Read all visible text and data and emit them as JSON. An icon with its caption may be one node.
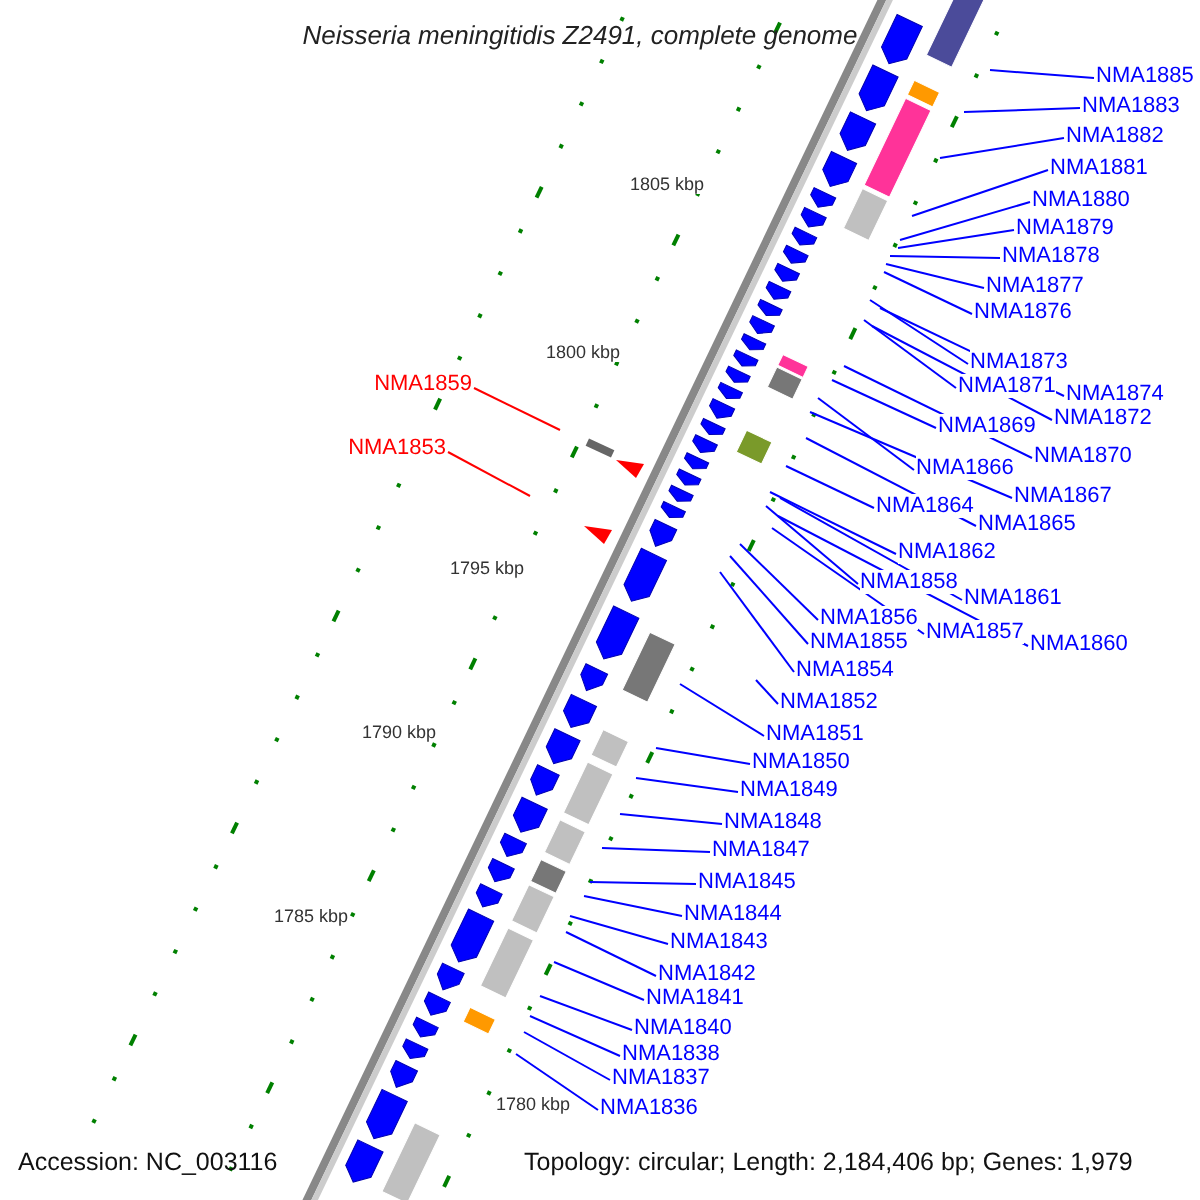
{
  "diagram": {
    "title": "Neisseria meningitidis Z2491, complete genome",
    "nodes": [
      {
        "text": [
          "NMA1885"
        ]
      },
      {
        "text": [
          "NMA1883"
        ]
      },
      {
        "text": [
          "NMA1882"
        ]
      },
      {
        "text": [
          "NMA1881"
        ]
      },
      {
        "text": [
          "NMA1880"
        ]
      },
      {
        "text": [
          "NMA1879"
        ]
      },
      {
        "text": [
          "NMA1878"
        ]
      },
      {
        "text": [
          "NMA1877"
        ]
      },
      {
        "text": [
          "NMA1876"
        ]
      },
      {
        "text": [
          "NMA1873"
        ]
      },
      {
        "text": [
          "NMA1859"
        ]
      },
      {
        "text": [
          "NMA1871"
        ]
      },
      {
        "text": [
          "NMA1874"
        ]
      },
      {
        "text": [
          "NMA1872"
        ]
      },
      {
        "text": [
          "NMA1869"
        ]
      },
      {
        "text": [
          "NMA1853"
        ]
      },
      {
        "text": [
          "NMA1870"
        ]
      },
      {
        "text": [
          "NMA1866"
        ]
      },
      {
        "text": [
          "NMA1867"
        ]
      },
      {
        "text": [
          "NMA1864"
        ]
      },
      {
        "text": [
          "NMA1865"
        ]
      },
      {
        "text": [
          "NMA1862"
        ]
      },
      {
        "text": [
          "NMA1858"
        ]
      },
      {
        "text": [
          "NMA1861"
        ]
      },
      {
        "text": [
          "NMA1856"
        ]
      },
      {
        "text": [
          "NMA1857"
        ]
      },
      {
        "text": [
          "NMA1860"
        ]
      },
      {
        "text": [
          "NMA1855"
        ]
      },
      {
        "text": [
          "NMA1854"
        ]
      },
      {
        "text": [
          "NMA1852"
        ]
      },
      {
        "text": [
          "NMA1851"
        ]
      },
      {
        "text": [
          "NMA1850"
        ]
      },
      {
        "text": [
          "NMA1849"
        ]
      },
      {
        "text": [
          "NMA1848"
        ]
      },
      {
        "text": [
          "NMA1847"
        ]
      },
      {
        "text": [
          "NMA1845"
        ]
      },
      {
        "text": [
          "NMA1844"
        ]
      },
      {
        "text": [
          "NMA1843"
        ]
      },
      {
        "text": [
          "NMA1842"
        ]
      },
      {
        "text": [
          "NMA1841"
        ]
      },
      {
        "text": [
          "NMA1840"
        ]
      },
      {
        "text": [
          "NMA1838"
        ]
      },
      {
        "text": [
          "NMA1837"
        ]
      },
      {
        "text": [
          "NMA1836"
        ]
      }
    ],
    "edges": [
      {
        "from": 0,
        "to": null,
        "arrow": "none"
      },
      {
        "from": 1,
        "to": null,
        "arrow": "none"
      },
      {
        "from": 2,
        "to": null,
        "arrow": "none"
      },
      {
        "from": 3,
        "to": null,
        "arrow": "none"
      },
      {
        "from": 4,
        "to": null,
        "arrow": "none"
      },
      {
        "from": 5,
        "to": null,
        "arrow": "none"
      },
      {
        "from": 6,
        "to": null,
        "arrow": "none"
      },
      {
        "from": 7,
        "to": null,
        "arrow": "none"
      },
      {
        "from": 8,
        "to": null,
        "arrow": "none"
      },
      {
        "from": 9,
        "to": null,
        "arrow": "none"
      },
      {
        "from": 10,
        "to": null,
        "arrow": "none",
        "color": "#ff0000"
      },
      {
        "from": 11,
        "to": null,
        "arrow": "none"
      },
      {
        "from": 12,
        "to": null,
        "arrow": "none"
      },
      {
        "from": 13,
        "to": null,
        "arrow": "none"
      },
      {
        "from": 14,
        "to": null,
        "arrow": "none"
      },
      {
        "from": 15,
        "to": null,
        "arrow": "none",
        "color": "#ff0000"
      },
      {
        "from": 16,
        "to": null,
        "arrow": "none"
      },
      {
        "from": 17,
        "to": null,
        "arrow": "none"
      },
      {
        "from": 18,
        "to": null,
        "arrow": "none"
      },
      {
        "from": 19,
        "to": null,
        "arrow": "none"
      },
      {
        "from": 20,
        "to": null,
        "arrow": "none"
      },
      {
        "from": 21,
        "to": null,
        "arrow": "none"
      },
      {
        "from": 22,
        "to": null,
        "arrow": "none"
      },
      {
        "from": 23,
        "to": null,
        "arrow": "none"
      },
      {
        "from": 24,
        "to": null,
        "arrow": "none"
      },
      {
        "from": 25,
        "to": null,
        "arrow": "none"
      },
      {
        "from": 26,
        "to": null,
        "arrow": "none"
      },
      {
        "from": 27,
        "to": null,
        "arrow": "none"
      },
      {
        "from": 28,
        "to": null,
        "arrow": "none"
      },
      {
        "from": 29,
        "to": null,
        "arrow": "none"
      },
      {
        "from": 30,
        "to": null,
        "arrow": "none"
      },
      {
        "from": 31,
        "to": null,
        "arrow": "none"
      },
      {
        "from": 32,
        "to": null,
        "arrow": "none"
      },
      {
        "from": 33,
        "to": null,
        "arrow": "none"
      },
      {
        "from": 34,
        "to": null,
        "arrow": "none"
      },
      {
        "from": 35,
        "to": null,
        "arrow": "none"
      },
      {
        "from": 36,
        "to": null,
        "arrow": "none"
      },
      {
        "from": 37,
        "to": null,
        "arrow": "none"
      },
      {
        "from": 38,
        "to": null,
        "arrow": "none"
      },
      {
        "from": 39,
        "to": null,
        "arrow": "none"
      },
      {
        "from": 40,
        "to": null,
        "arrow": "none"
      },
      {
        "from": 41,
        "to": null,
        "arrow": "none"
      },
      {
        "from": 42,
        "to": null,
        "arrow": "none"
      },
      {
        "from": 43,
        "to": null,
        "arrow": "none"
      }
    ],
    "labels": [
      "1805 kbp",
      "1800 kbp",
      "1795 kbp",
      "1790 kbp",
      "1785 kbp",
      "1780 kbp",
      "Accession: NC_003116",
      "Topology: circular; Length: 2,184,406 bp; Genes: 1,979"
    ]
  }
}
